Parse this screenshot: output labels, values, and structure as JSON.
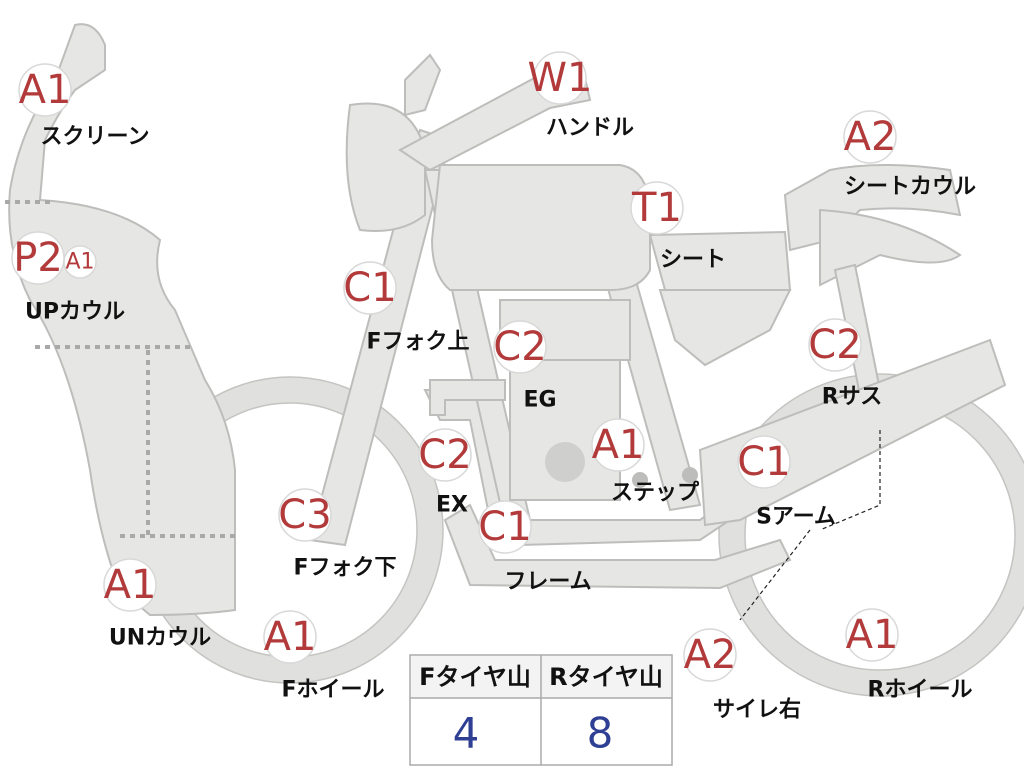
{
  "parts": {
    "screen": {
      "grade": "A1",
      "label": "スクリーン"
    },
    "upcowl": {
      "grade": "P2",
      "grade_small": "A1",
      "label": "UPカウル"
    },
    "uncowl": {
      "grade": "A1",
      "label": "UNカウル"
    },
    "ffork_upper": {
      "grade": "C1",
      "label": "Fフォク上"
    },
    "ffork_lower": {
      "grade": "C3",
      "label": "Fフォク下"
    },
    "fwheel": {
      "grade": "A1",
      "label": "Fホイール"
    },
    "handle": {
      "grade": "W1",
      "label": "ハンドル"
    },
    "seat": {
      "grade": "T1",
      "label": "シート"
    },
    "seatcowl": {
      "grade": "A2",
      "label": "シートカウル"
    },
    "engine": {
      "grade": "C2",
      "label": "EG"
    },
    "exhaust": {
      "grade": "C2",
      "label": "EX"
    },
    "step": {
      "grade": "A1",
      "label": "ステップ"
    },
    "frame": {
      "grade": "C1",
      "label": "フレーム"
    },
    "rsus": {
      "grade": "C2",
      "label": "Rサス"
    },
    "sarm": {
      "grade": "C1",
      "label": "Sアーム"
    },
    "muffler_r": {
      "grade": "A2",
      "label": "サイレ右"
    },
    "rwheel": {
      "grade": "A1",
      "label": "Rホイール"
    }
  },
  "tire_table": {
    "front_header": "Fタイヤ山",
    "rear_header": "Rタイヤ山",
    "front_value": "4",
    "rear_value": "8"
  },
  "colors": {
    "grade_text": "#b23a3a",
    "table_value": "#2f3f93",
    "body_fill": "#e6e6e4"
  }
}
